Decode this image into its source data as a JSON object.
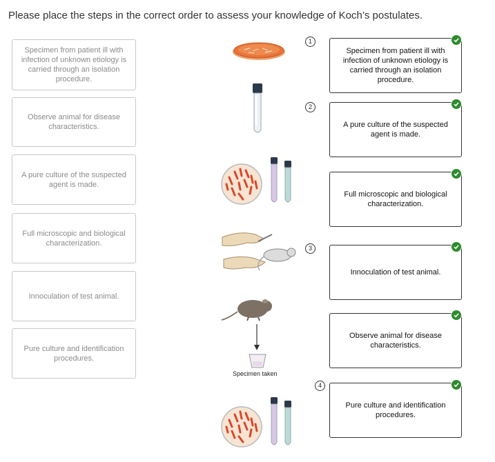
{
  "instructions": "Please place the steps in the correct order to assess your knowledge of Koch’s postulates.",
  "source_items": [
    "Specimen from patient ill with infection of unknown etiology is carried through an isolation procedure.",
    "Observe animal for disease characteristics.",
    "A pure culture of the suspected agent is made.",
    "Full microscopic and biological characterization.",
    "Innoculation of test animal.",
    "Pure culture and identification procedures."
  ],
  "target_items": [
    "Specimen from patient ill with infection of unknown etiology is carried through an isolation procedure.",
    "A pure culture of the suspected agent is made.",
    "Full microscopic and biological characterization.",
    "Innoculation of test animal.",
    "Observe animal for disease characteristics.",
    "Pure culture and identification procedures."
  ],
  "step_numbers": [
    "1",
    "2",
    "3",
    "4"
  ],
  "figure_caption": "Specimen taken",
  "colors": {
    "check": "#2e8b2e",
    "petri": "#e8743a",
    "bacteria": "#d9462b"
  }
}
